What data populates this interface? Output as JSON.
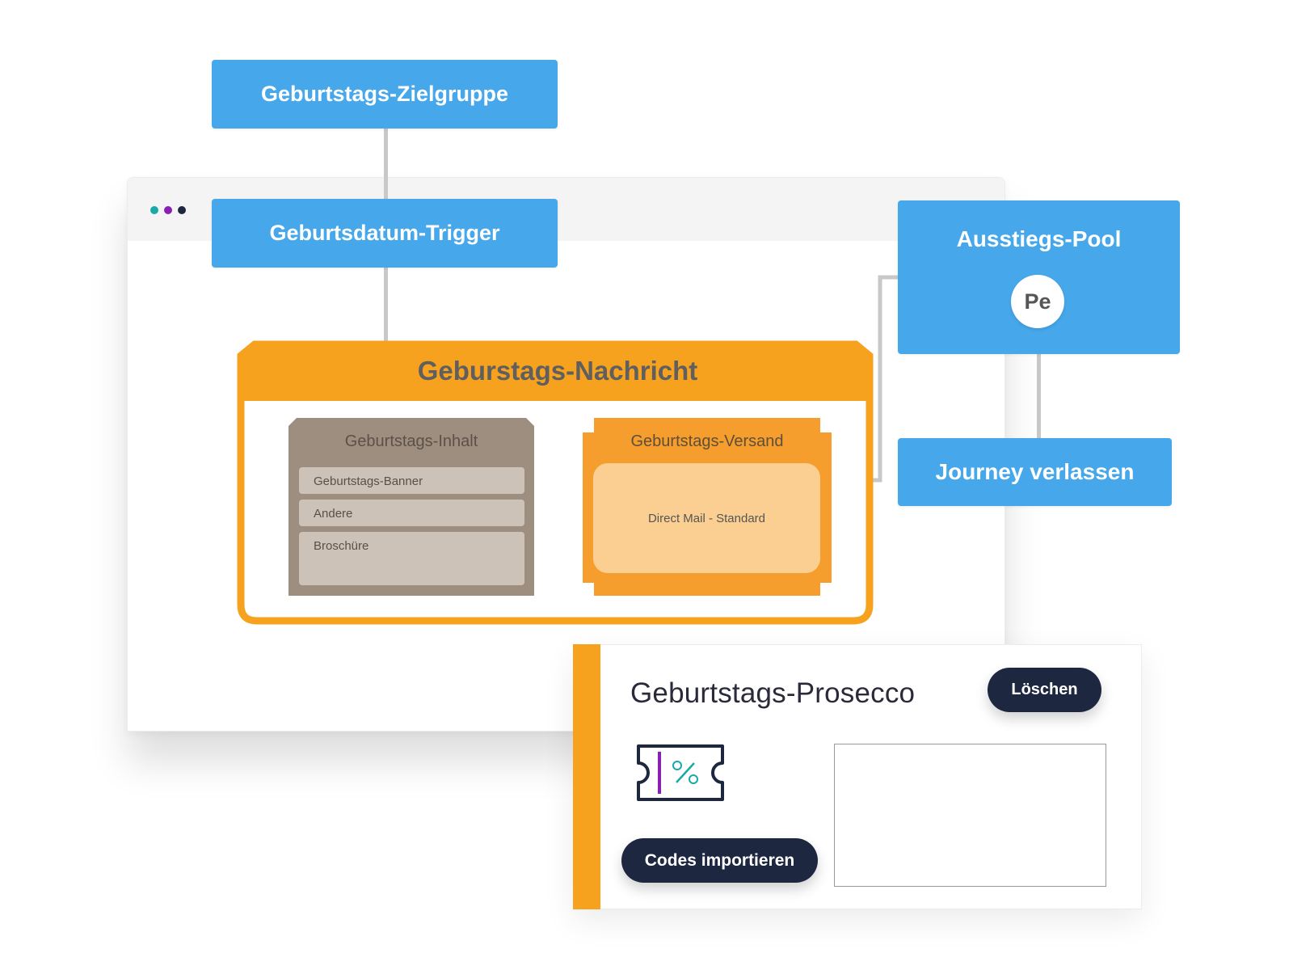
{
  "nodes": {
    "audience": "Geburtstags-Zielgruppe",
    "trigger": "Geburtsdatum-Trigger",
    "exit_pool": "Ausstiegs-Pool",
    "exit_pool_avatar": "Pe",
    "leave_journey": "Journey verlassen"
  },
  "message": {
    "title": "Geburstags-Nachricht",
    "content": {
      "title": "Geburtstags-Inhalt",
      "items": [
        "Geburtstags-Banner",
        "Andere",
        "Broschüre"
      ]
    },
    "dispatch": {
      "title": "Geburtstags-Versand",
      "channel": "Direct Mail - Standard"
    }
  },
  "voucher": {
    "title": "Geburtstags-Prosecco",
    "delete_label": "Löschen",
    "import_label": "Codes importieren",
    "icon": "coupon-percent-icon"
  },
  "colors": {
    "blue": "#46a7ea",
    "orange": "#f6a21e",
    "dark": "#1d2740",
    "taupe": "#9e8e80",
    "dots": [
      "#1aa9a6",
      "#8a1fb6",
      "#1d2740"
    ]
  }
}
